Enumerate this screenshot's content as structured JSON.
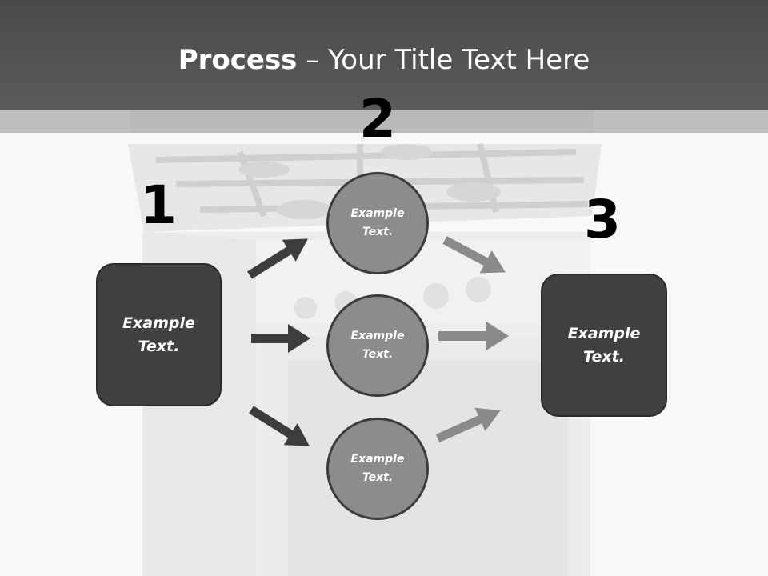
{
  "title": {
    "bold": "Process",
    "rest": " – Your Title Text Here"
  },
  "steps": {
    "one": "1",
    "two": "2",
    "three": "3"
  },
  "nodes": {
    "left": "Example Text.",
    "top": "Example Text.",
    "middle": "Example Text.",
    "bottom": "Example Text.",
    "right": "Example Text."
  },
  "colors": {
    "header": "#555555",
    "box": "#404040",
    "circle": "#8c8c8c",
    "arrow_dark": "#3d3d3d",
    "arrow_light": "#8a8a8a"
  }
}
